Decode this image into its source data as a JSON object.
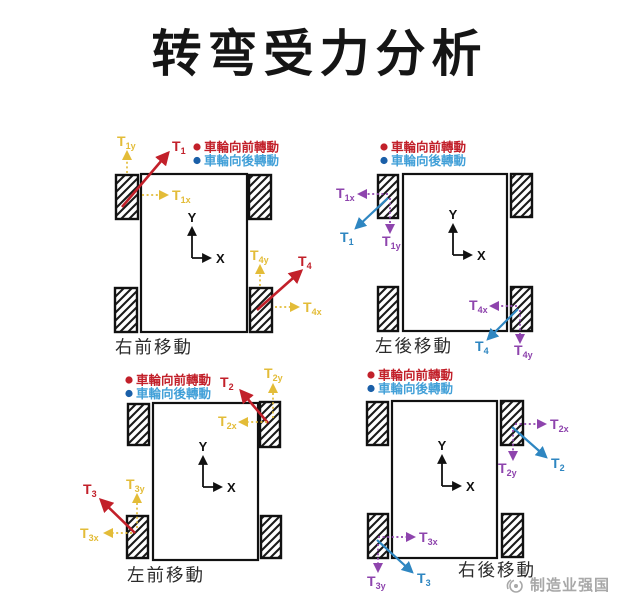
{
  "title": "转弯受力分析",
  "legend": {
    "forward_label": "車輪向前轉動",
    "backward_label": "車輪向後轉動"
  },
  "axis": {
    "x": "X",
    "y": "Y"
  },
  "watermark": {
    "text": "制造业强国"
  },
  "colors": {
    "forward_arrow_red": "#c2202a",
    "forward_component_yellow": "#e3bc38",
    "backward_arrow_blue": "#2e86c1",
    "backward_component_purple": "#8e44ad",
    "legend_forward_red": "#c2202a",
    "legend_backward_dot": "#1a5fa8",
    "legend_backward_text": "#42a0d8",
    "watermark_gray": "#a8a8a8"
  },
  "panels": {
    "front_right": {
      "caption": "右前移動",
      "forces": {
        "f1": {
          "m": "T",
          "s": "1"
        },
        "f1x": {
          "m": "T",
          "s": "1x"
        },
        "f1y": {
          "m": "T",
          "s": "1y"
        },
        "f4": {
          "m": "T",
          "s": "4"
        },
        "f4x": {
          "m": "T",
          "s": "4x"
        },
        "f4y": {
          "m": "T",
          "s": "4y"
        }
      }
    },
    "back_left": {
      "caption": "左後移動",
      "forces": {
        "f1": {
          "m": "T",
          "s": "1"
        },
        "f1x": {
          "m": "T",
          "s": "1x"
        },
        "f1y": {
          "m": "T",
          "s": "1y"
        },
        "f4": {
          "m": "T",
          "s": "4"
        },
        "f4x": {
          "m": "T",
          "s": "4x"
        },
        "f4y": {
          "m": "T",
          "s": "4y"
        }
      }
    },
    "front_left": {
      "caption": "左前移動",
      "forces": {
        "f2": {
          "m": "T",
          "s": "2"
        },
        "f2x": {
          "m": "T",
          "s": "2x"
        },
        "f2y": {
          "m": "T",
          "s": "2y"
        },
        "f3": {
          "m": "T",
          "s": "3"
        },
        "f3x": {
          "m": "T",
          "s": "3x"
        },
        "f3y": {
          "m": "T",
          "s": "3y"
        }
      }
    },
    "back_right": {
      "caption": "右後移動",
      "forces": {
        "f2": {
          "m": "T",
          "s": "2"
        },
        "f2x": {
          "m": "T",
          "s": "2x"
        },
        "f2y": {
          "m": "T",
          "s": "2y"
        },
        "f3": {
          "m": "T",
          "s": "3"
        },
        "f3x": {
          "m": "T",
          "s": "3x"
        },
        "f3y": {
          "m": "T",
          "s": "3y"
        }
      }
    }
  }
}
